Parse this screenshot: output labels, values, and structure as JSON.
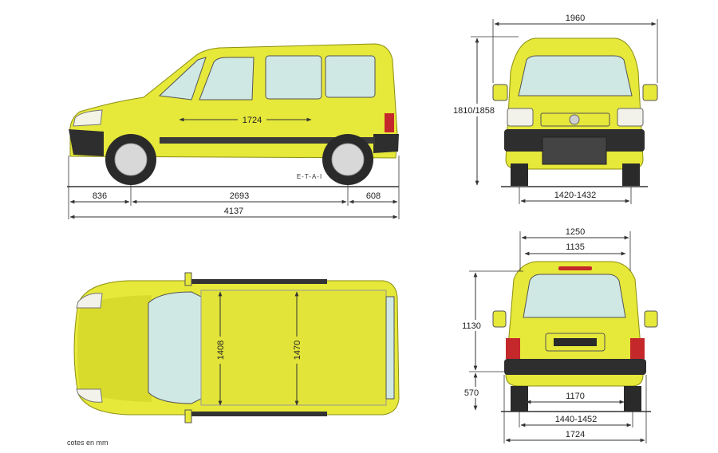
{
  "colors": {
    "body_yellow": "#e6e83a",
    "body_shade": "#b9bd1c",
    "glass": "#cfe8e4",
    "trim": "#3a3a3a",
    "tire": "#2a2a2a",
    "taillight": "#c4282b",
    "line": "#333333"
  },
  "labels": {
    "units_note": "cotes en mm",
    "etai_mark": "E-T-A-I"
  },
  "side_view": {
    "front_overhang": "836",
    "wheelbase": "2693",
    "rear_overhang": "608",
    "overall_length": "4137",
    "interior_length": "1724"
  },
  "front_view": {
    "mirror_width": "1960",
    "height": "1810/1858",
    "front_track": "1420-1432"
  },
  "top_view": {
    "width_front_row": "1408",
    "width_rear_row": "1470"
  },
  "rear_view": {
    "top_width": "1250",
    "opening_width": "1135",
    "opening_height": "1130",
    "load_sill_height": "570",
    "floor_width": "1170",
    "rear_track": "1440-1452",
    "body_width": "1724"
  }
}
